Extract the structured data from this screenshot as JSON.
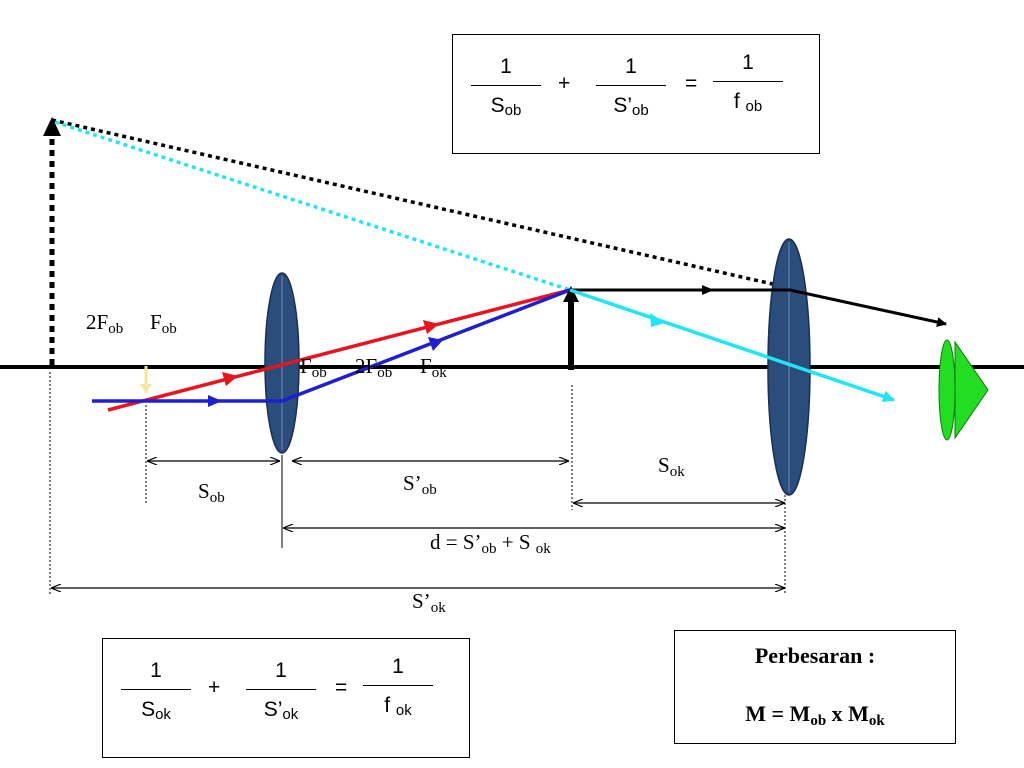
{
  "diagram": {
    "point_labels": {
      "two_f_ob": {
        "main": "2F",
        "sub": "ob"
      },
      "f_ob_left": {
        "main": "F",
        "sub": "ob"
      },
      "f_ob_right": {
        "main": "F",
        "sub": "ob"
      },
      "two_f_ob_right": {
        "main": "2F",
        "sub": "ob"
      },
      "f_ok": {
        "main": "F",
        "sub": "ok"
      }
    },
    "distance_labels": {
      "s_ob": {
        "main": "S",
        "sub": "ob"
      },
      "s_prime_ob": {
        "main": "S’",
        "sub": "ob"
      },
      "s_ok": {
        "main": "S",
        "sub": "ok"
      },
      "d_prefix": "d  = S’",
      "d_sub1": "ob",
      "d_mid": " + S ",
      "d_sub2": "ok",
      "s_prime_ok": {
        "main": "S’",
        "sub": "ok"
      }
    },
    "colors": {
      "objective_lens": "#2a4d7c",
      "eye": "#22dd22",
      "ray_red": "#e8141e",
      "ray_blue": "#1e1ed2",
      "ray_cyan": "#1ee6f5",
      "object_marker": "#f2e79a"
    }
  },
  "formula_objective": {
    "term1": {
      "num": "1",
      "den_main": "S",
      "den_sub": "ob"
    },
    "plus": "+",
    "term2": {
      "num": "1",
      "den_main": "S’",
      "den_sub": "ob"
    },
    "equals": "=",
    "term3": {
      "num": "1",
      "den_main": "f ",
      "den_sub": "ob"
    }
  },
  "formula_ocular": {
    "term1": {
      "num": "1",
      "den_main": "S",
      "den_sub": "ok"
    },
    "plus": "+",
    "term2": {
      "num": "1",
      "den_main": "S’",
      "den_sub": "ok"
    },
    "equals": "=",
    "term3": {
      "num": "1",
      "den_main": "f ",
      "den_sub": "ok"
    }
  },
  "magnification": {
    "title": "Perbesaran  :",
    "eq_prefix": "M = M",
    "eq_sub1": "ob",
    "eq_mid": " x M",
    "eq_sub2": "ok"
  }
}
